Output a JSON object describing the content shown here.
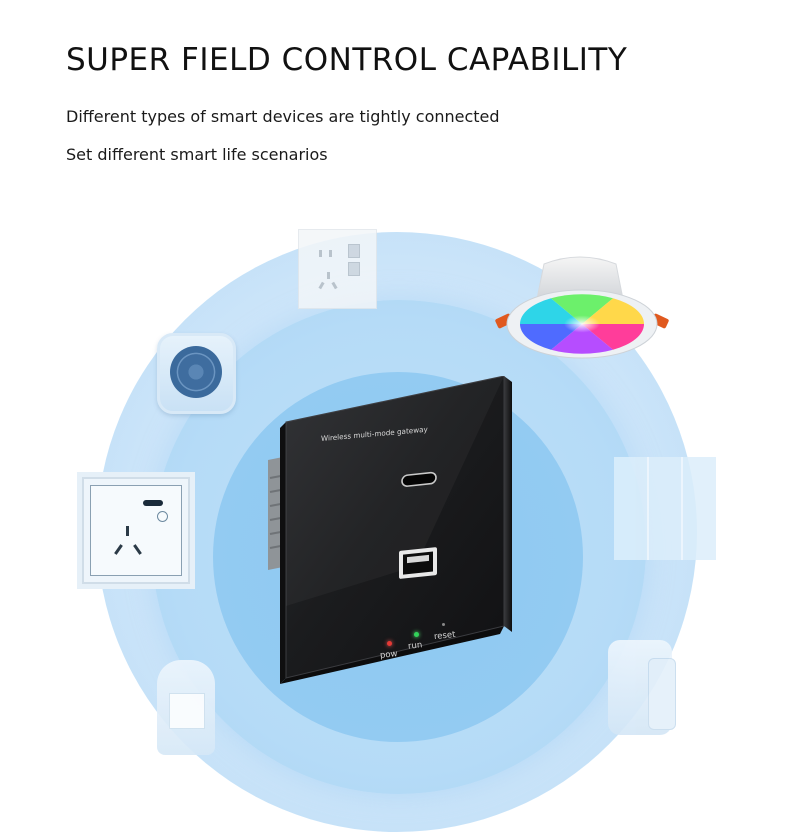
{
  "header": {
    "title": "SUPER FIELD CONTROL CAPABILITY",
    "line1": "Different types of smart devices are tightly connected",
    "line2": "Set different smart life scenarios"
  },
  "gateway": {
    "label": "Wireless multi-mode gateway",
    "led_pow": "pow",
    "led_run": "run",
    "led_reset": "reset",
    "led_pow_color": "#e53935",
    "led_run_color": "#32d35a"
  },
  "colors": {
    "ring_outer": "#cfe6fa",
    "ring_mid": "#b5dbf7",
    "ring_inner": "#8dc9f2",
    "gateway_body": "#1c1c1e"
  },
  "devices": [
    "usb-wall-socket",
    "rgb-downlight",
    "smart-speaker",
    "wall-power-socket",
    "wall-switch-panel",
    "motion-sensor",
    "door-sensor"
  ]
}
